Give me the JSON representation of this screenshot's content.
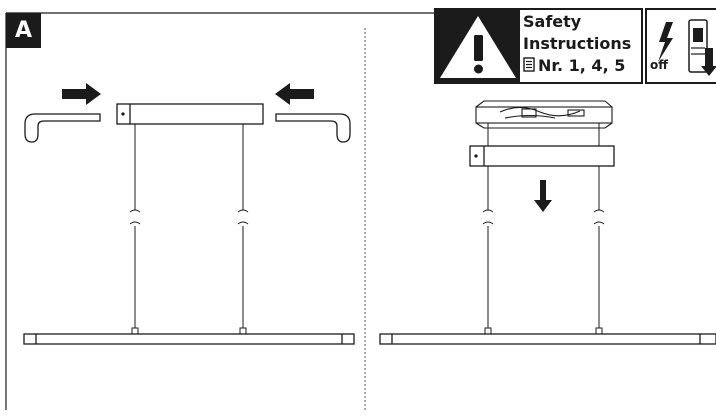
{
  "step": {
    "label": "A"
  },
  "safety": {
    "line1": "Safety",
    "line2": "Instructions",
    "line3": "Nr. 1, 4, 5"
  },
  "power": {
    "off_label": "off"
  },
  "icons": {
    "warning": "warning-triangle-icon",
    "document": "document-icon",
    "power_off": "lightning-switch-off-icon",
    "push_arrow": "arrow-icon",
    "down_arrow": "arrow-down-icon"
  }
}
